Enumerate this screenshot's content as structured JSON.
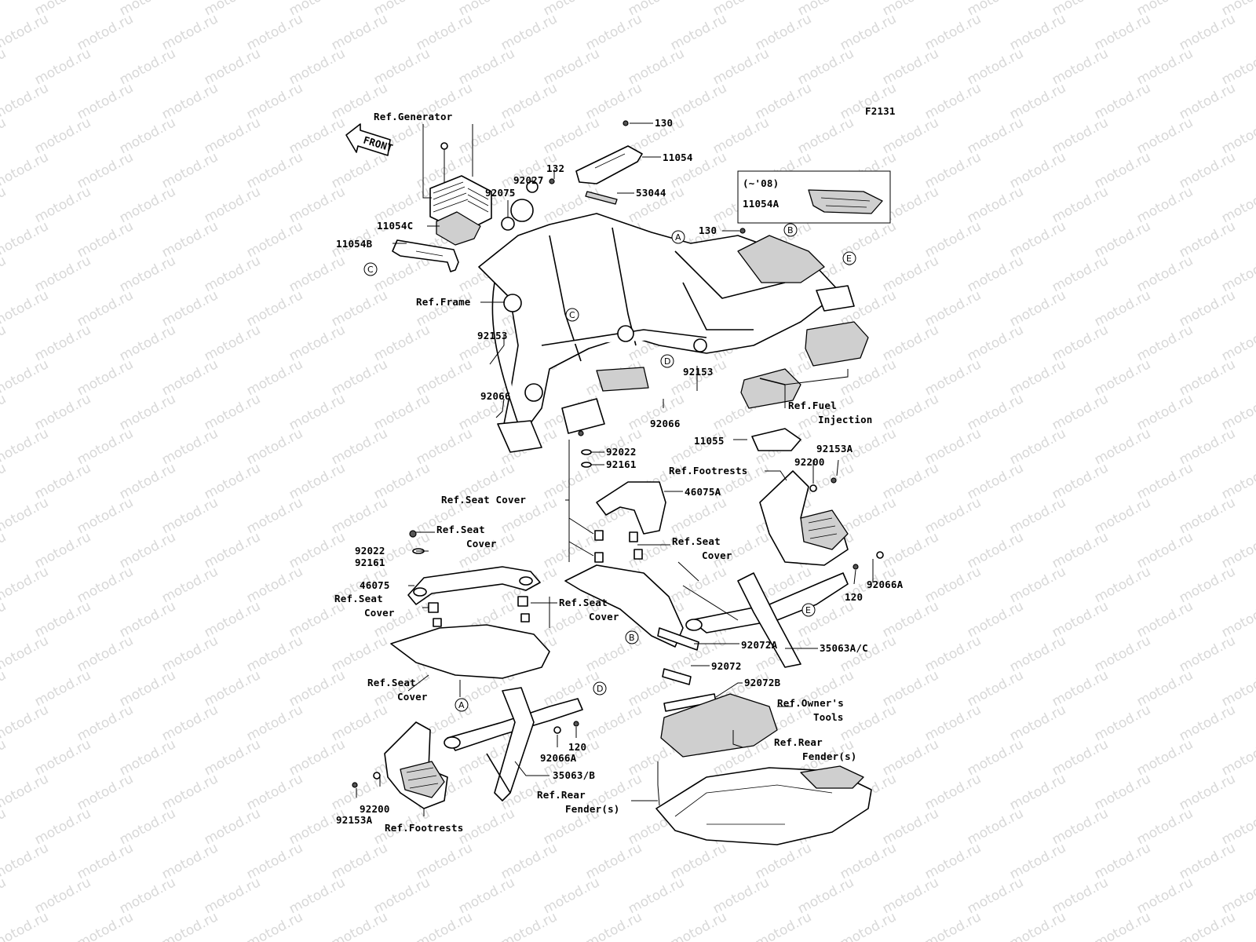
{
  "diagram": {
    "figure_code": "F2131",
    "watermark_text": "motod.ru",
    "front_arrow_label": "FRONT",
    "inset_label": "(~'08)",
    "callouts": [
      {
        "id": "ref-generator",
        "text": "Ref.Generator"
      },
      {
        "id": "p130-top",
        "text": "130"
      },
      {
        "id": "p11054",
        "text": "11054"
      },
      {
        "id": "p132",
        "text": "132"
      },
      {
        "id": "p92027",
        "text": "92027"
      },
      {
        "id": "p92075",
        "text": "92075"
      },
      {
        "id": "p53044",
        "text": "53044"
      },
      {
        "id": "p11054a",
        "text": "11054A"
      },
      {
        "id": "p11054c",
        "text": "11054C"
      },
      {
        "id": "p11054b",
        "text": "11054B"
      },
      {
        "id": "p130-mid",
        "text": "130"
      },
      {
        "id": "ref-frame",
        "text": "Ref.Frame"
      },
      {
        "id": "p92153-l",
        "text": "92153"
      },
      {
        "id": "p92153-r",
        "text": "92153"
      },
      {
        "id": "p92066-l",
        "text": "92066"
      },
      {
        "id": "p92066-r",
        "text": "92066"
      },
      {
        "id": "ref-fuel-1",
        "text": "Ref.Fuel"
      },
      {
        "id": "ref-fuel-2",
        "text": "Injection"
      },
      {
        "id": "p11055",
        "text": "11055"
      },
      {
        "id": "p92022-t",
        "text": "92022"
      },
      {
        "id": "p92161-t",
        "text": "92161"
      },
      {
        "id": "p92153a-r",
        "text": "92153A"
      },
      {
        "id": "ref-footrests-t",
        "text": "Ref.Footrests"
      },
      {
        "id": "p92200-r",
        "text": "92200"
      },
      {
        "id": "ref-seat-cover-t",
        "text": "Ref.Seat Cover"
      },
      {
        "id": "p46075a",
        "text": "46075A"
      },
      {
        "id": "ref-seat-a1",
        "text": "Ref.Seat"
      },
      {
        "id": "ref-seat-a2",
        "text": "Cover"
      },
      {
        "id": "ref-seat-b1",
        "text": "Ref.Seat"
      },
      {
        "id": "ref-seat-b2",
        "text": "Cover"
      },
      {
        "id": "p92022-l",
        "text": "92022"
      },
      {
        "id": "p92161-l",
        "text": "92161"
      },
      {
        "id": "p46075",
        "text": "46075"
      },
      {
        "id": "ref-seat-c1",
        "text": "Ref.Seat"
      },
      {
        "id": "ref-seat-c2",
        "text": "Cover"
      },
      {
        "id": "ref-seat-d1",
        "text": "Ref.Seat"
      },
      {
        "id": "ref-seat-d2",
        "text": "Cover"
      },
      {
        "id": "p92066a-r",
        "text": "92066A"
      },
      {
        "id": "p120-r",
        "text": "120"
      },
      {
        "id": "p92072a",
        "text": "92072A"
      },
      {
        "id": "p35063ac",
        "text": "35063A/C"
      },
      {
        "id": "p92072",
        "text": "92072"
      },
      {
        "id": "p92072b",
        "text": "92072B"
      },
      {
        "id": "ref-seat-e1",
        "text": "Ref.Seat"
      },
      {
        "id": "ref-seat-e2",
        "text": "Cover"
      },
      {
        "id": "ref-owners-1",
        "text": "Ref.Owner's"
      },
      {
        "id": "ref-owners-2",
        "text": "Tools"
      },
      {
        "id": "p120-l",
        "text": "120"
      },
      {
        "id": "p92066a-l",
        "text": "92066A"
      },
      {
        "id": "ref-rear-f1a",
        "text": "Ref.Rear"
      },
      {
        "id": "ref-rear-f1b",
        "text": "Fender(s)"
      },
      {
        "id": "p35063b",
        "text": "35063/B"
      },
      {
        "id": "ref-rear-f2a",
        "text": "Ref.Rear"
      },
      {
        "id": "ref-rear-f2b",
        "text": "Fender(s)"
      },
      {
        "id": "p92200-l",
        "text": "92200"
      },
      {
        "id": "p92153a-l",
        "text": "92153A"
      },
      {
        "id": "ref-footrests-b",
        "text": "Ref.Footrests"
      }
    ],
    "reference_circles": [
      {
        "id": "A-top",
        "text": "A"
      },
      {
        "id": "B-top",
        "text": "B"
      },
      {
        "id": "E-top",
        "text": "E"
      },
      {
        "id": "C-left",
        "text": "C"
      },
      {
        "id": "C-mid",
        "text": "C"
      },
      {
        "id": "D-mid",
        "text": "D"
      },
      {
        "id": "B-low",
        "text": "B"
      },
      {
        "id": "E-low",
        "text": "E"
      },
      {
        "id": "A-low",
        "text": "A"
      },
      {
        "id": "D-low",
        "text": "D"
      }
    ]
  }
}
